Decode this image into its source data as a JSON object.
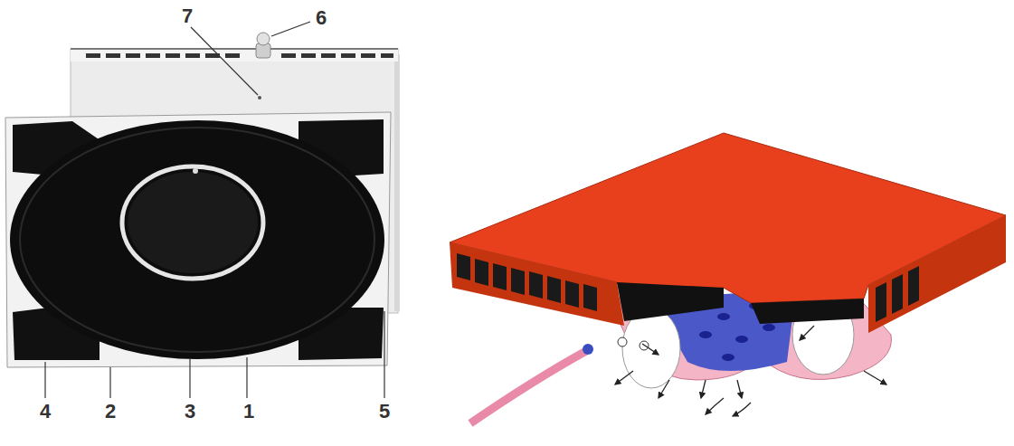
{
  "diagram": {
    "labels": [
      "7",
      "6",
      "4",
      "2",
      "3",
      "1",
      "5"
    ]
  }
}
